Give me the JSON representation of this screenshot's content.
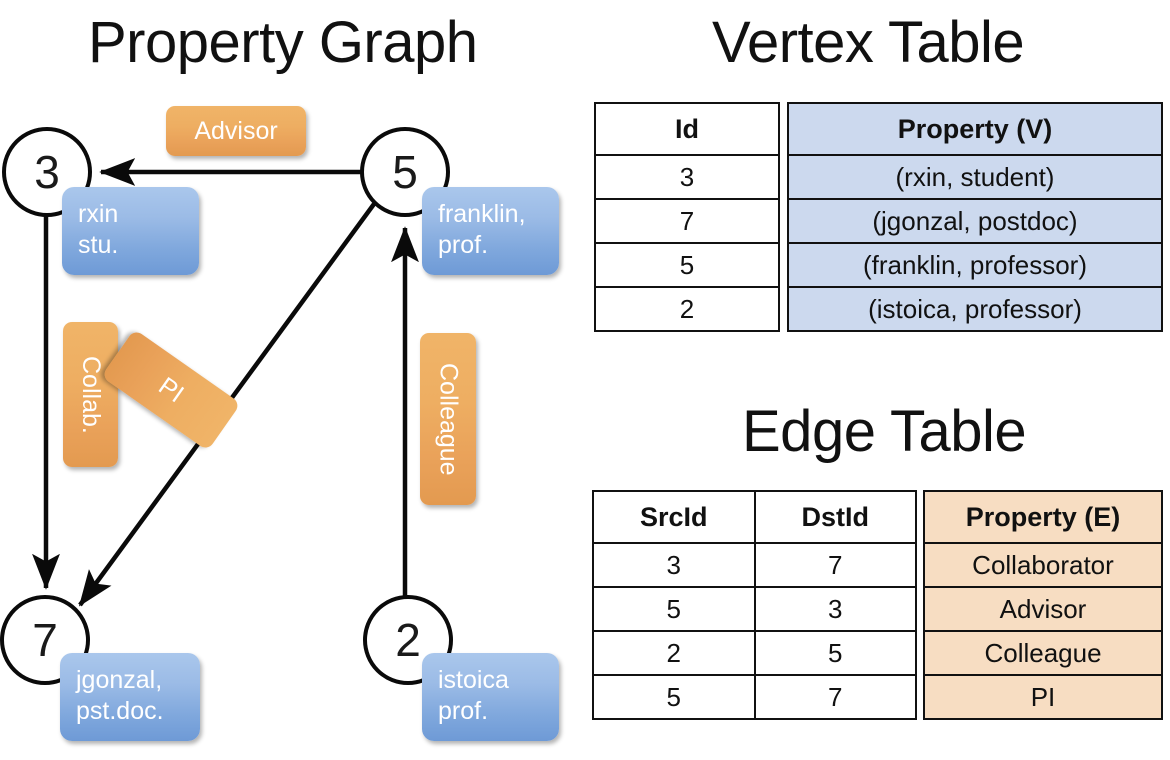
{
  "titles": {
    "property_graph": "Property Graph",
    "vertex_table": "Vertex Table",
    "edge_table": "Edge Table"
  },
  "graph": {
    "nodes": [
      {
        "id": "3",
        "property_lines": [
          "rxin",
          "stu."
        ]
      },
      {
        "id": "5",
        "property_lines": [
          "franklin,",
          "prof."
        ]
      },
      {
        "id": "7",
        "property_lines": [
          "jgonzal,",
          "pst.doc."
        ]
      },
      {
        "id": "2",
        "property_lines": [
          "istoica",
          "prof."
        ]
      }
    ],
    "node_labels": {
      "n3": "3",
      "n5": "5",
      "n7": "7",
      "n2": "2"
    },
    "property_boxes": {
      "rxin_l1": "rxin",
      "rxin_l2": "stu.",
      "franklin_l1": "franklin,",
      "franklin_l2": "prof.",
      "jgonzal_l1": "jgonzal,",
      "jgonzal_l2": "pst.doc.",
      "istoica_l1": "istoica",
      "istoica_l2": "prof."
    },
    "edge_labels": {
      "advisor": "Advisor",
      "collab": "Collab.",
      "pi": "PI",
      "colleague": "Colleague"
    },
    "edges": [
      {
        "from": "5",
        "to": "3",
        "label": "Advisor"
      },
      {
        "from": "3",
        "to": "7",
        "label": "Collab."
      },
      {
        "from": "5",
        "to": "7",
        "label": "PI"
      },
      {
        "from": "2",
        "to": "5",
        "label": "Colleague"
      }
    ]
  },
  "vertex_table": {
    "headers": {
      "id": "Id",
      "property": "Property (V)"
    },
    "rows": [
      {
        "id": "3",
        "property": "(rxin, student)"
      },
      {
        "id": "7",
        "property": "(jgonzal, postdoc)"
      },
      {
        "id": "5",
        "property": "(franklin, professor)"
      },
      {
        "id": "2",
        "property": "(istoica, professor)"
      }
    ]
  },
  "edge_table": {
    "headers": {
      "src": "SrcId",
      "dst": "DstId",
      "property": "Property (E)"
    },
    "rows": [
      {
        "src": "3",
        "dst": "7",
        "property": "Collaborator"
      },
      {
        "src": "5",
        "dst": "3",
        "property": "Advisor"
      },
      {
        "src": "2",
        "dst": "5",
        "property": "Colleague"
      },
      {
        "src": "5",
        "dst": "7",
        "property": "PI"
      }
    ]
  },
  "colors": {
    "vertex_property_fill": "#ccd9ee",
    "edge_property_fill": "#f7ddc2",
    "node_box_blue": "#8fb3e3",
    "edge_label_orange": "#eeae62",
    "stroke": "#111111"
  }
}
